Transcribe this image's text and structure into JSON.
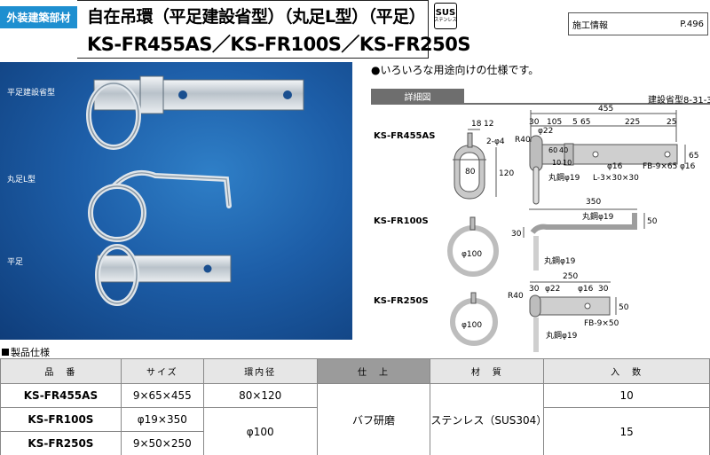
{
  "header": {
    "category": "外装建築部材",
    "title_line1": "自在吊環（平足建設省型）（丸足L型）（平足）",
    "title_line2": "KS-FR455AS／KS-FR100S／KS-FR250S",
    "material_badge": {
      "line1": "SUS",
      "line2": "ステンレス"
    },
    "info_label": "施工情報",
    "page_ref": "P.496"
  },
  "photo_labels": [
    "平足建設省型",
    "丸足L型",
    "平足"
  ],
  "intro": "●いろいろな用途向けの仕様です。",
  "detail": {
    "tab_label": "詳細図",
    "standard": "建設省型8-31-3",
    "models": [
      "KS-FR455AS",
      "KS-FR100S",
      "KS-FR250S"
    ],
    "fr455": {
      "dims": [
        "455",
        "18",
        "12",
        "30",
        "105",
        "5",
        "65",
        "225",
        "25",
        "φ22",
        "R40",
        "2-φ4",
        "60",
        "40",
        "10",
        "10",
        "65",
        "80",
        "120",
        "φ16",
        "FB-9×65",
        "φ16",
        "丸鋼φ19",
        "L-3×30×30"
      ]
    },
    "fr100": {
      "dims": [
        "350",
        "丸鋼φ19",
        "50",
        "30",
        "φ100",
        "丸鋼φ19"
      ]
    },
    "fr250": {
      "dims": [
        "250",
        "R40",
        "30",
        "φ22",
        "φ16",
        "30",
        "50",
        "φ100",
        "FB-9×50",
        "丸鋼φ19"
      ]
    }
  },
  "spec": {
    "heading": "製品仕様",
    "columns": [
      "品　番",
      "サイズ",
      "環内径",
      "仕　上",
      "材　質",
      "入　数"
    ],
    "rows": [
      {
        "model": "KS-FR455AS",
        "size": "9×65×455",
        "inner": "80×120",
        "qty": "10"
      },
      {
        "model": "KS-FR100S",
        "size": "φ19×350",
        "inner": "φ100",
        "qty": "15"
      },
      {
        "model": "KS-FR250S",
        "size": "9×50×250"
      }
    ],
    "finish": "バフ研磨",
    "material": "ステンレス（SUS304）"
  },
  "colors": {
    "category_bg": "#1e8fd0",
    "photo_bg": "#1d5ea8",
    "tab_bg": "#6e6e6e",
    "header_cell": "#e6e6e6"
  }
}
